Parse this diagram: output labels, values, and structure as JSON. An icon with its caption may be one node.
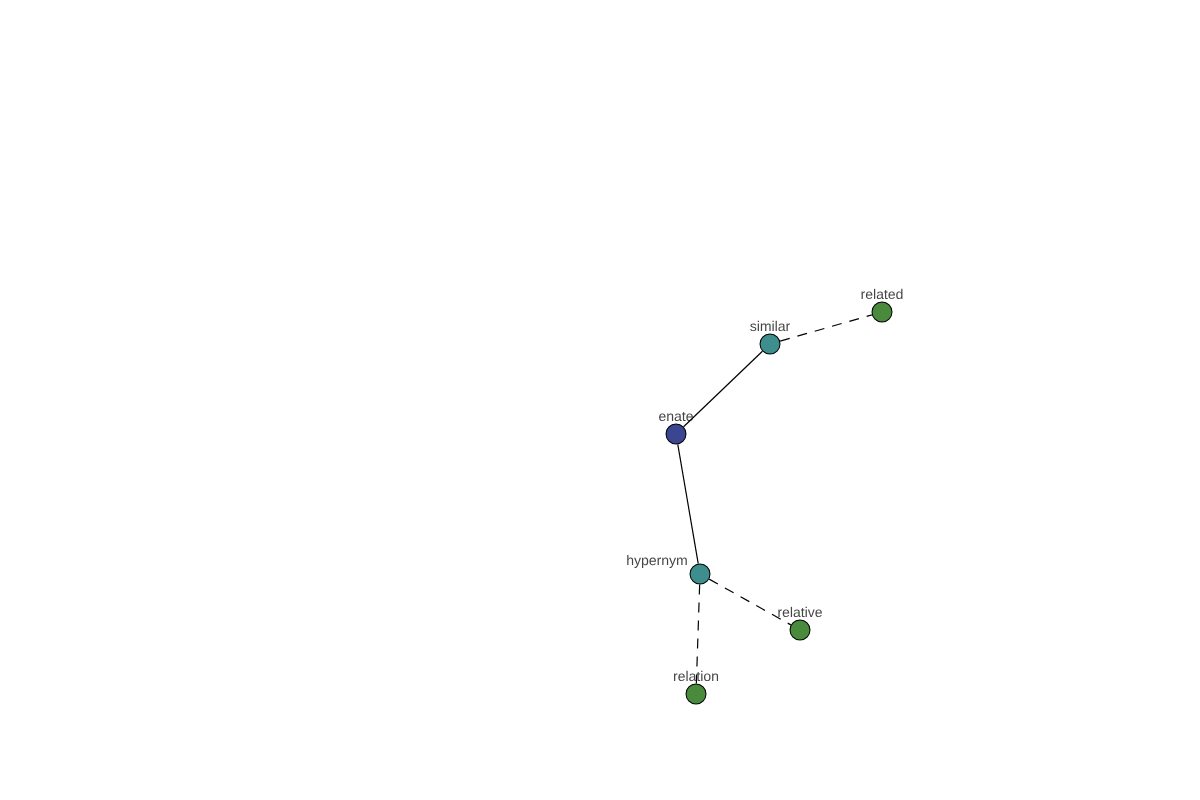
{
  "diagram": {
    "nodes": [
      {
        "text": [
          "related"
        ]
      },
      {
        "text": [
          "similar"
        ]
      },
      {
        "text": [
          "enate"
        ]
      },
      {
        "text": [
          "hypernym"
        ]
      },
      {
        "text": [
          "relative"
        ]
      },
      {
        "text": [
          "relation"
        ]
      }
    ],
    "edges": [
      {
        "from": 2,
        "to": 1,
        "arrow": "none"
      },
      {
        "from": 1,
        "to": 0,
        "arrow": "none",
        "style": "dashed"
      },
      {
        "from": 2,
        "to": 3,
        "arrow": "none"
      },
      {
        "from": 3,
        "to": 4,
        "arrow": "none",
        "style": "dashed"
      },
      {
        "from": 3,
        "to": 5,
        "arrow": "none",
        "style": "dashed"
      }
    ]
  }
}
